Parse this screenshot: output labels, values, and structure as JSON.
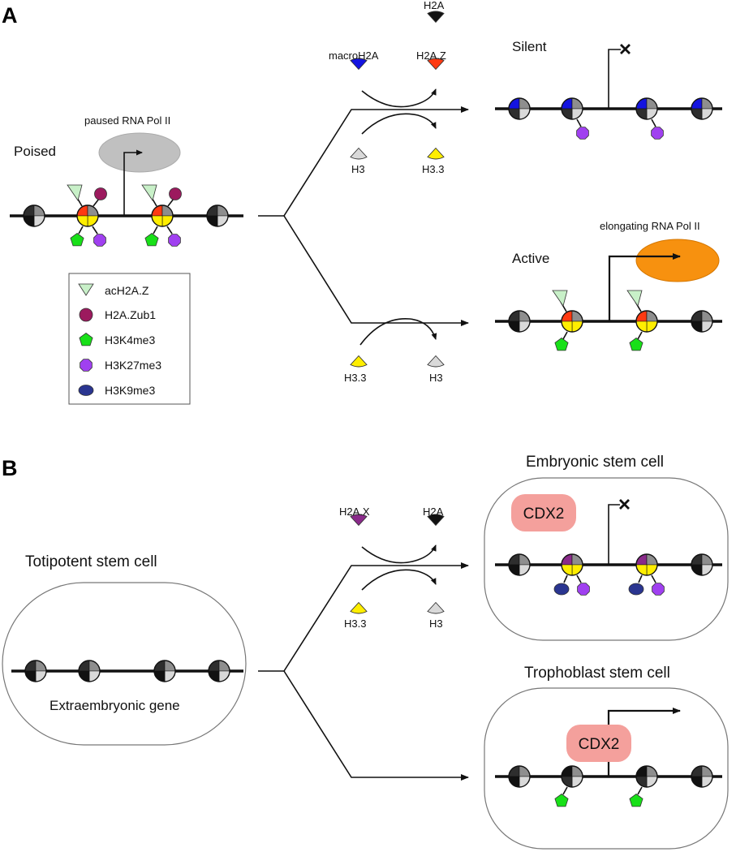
{
  "colors": {
    "dark": "#2e2e2e",
    "mid": "#8e8e8e",
    "light": "#d9d9d9",
    "black": "#111111",
    "h2az": "#ff3a12",
    "h33": "#ffee00",
    "macro": "#1414e0",
    "h2ax": "#8a2a8a",
    "acH2AZ": "#c8f0c8",
    "ub1": "#9c1a5e",
    "k4": "#18e018",
    "k27": "#a040f0",
    "k9": "#2a3590",
    "polPaused": "#c0c0c0",
    "polElong": "#f7910f",
    "cdx2": "#f4a09c"
  },
  "panel_a": {
    "letter": "A",
    "poised": "Poised",
    "paused_pol": "paused RNA Pol II",
    "silent": "Silent",
    "active": "Active",
    "elongating_pol": "elongating RNA Pol II",
    "top_in_left": "macroH2A",
    "top_out_right": "H2A.Z",
    "top_out_top": "H2A",
    "top_in_bottom": "H3",
    "top_out_bottom": "H3.3",
    "bot_in": "H3.3",
    "bot_out": "H3",
    "legend": [
      "acH2A.Z",
      "H2A.Zub1",
      "H3K4me3",
      "H3K27me3",
      "H3K9me3"
    ]
  },
  "panel_b": {
    "letter": "B",
    "toti": "Totipotent stem cell",
    "gene": "Extraembryonic gene",
    "esc": "Embryonic stem cell",
    "tsc": "Trophoblast stem cell",
    "cdx2": "CDX2",
    "in_left": "H2A.X",
    "out_right": "H2A",
    "in_bottom": "H3.3",
    "out_bottom": "H3"
  }
}
